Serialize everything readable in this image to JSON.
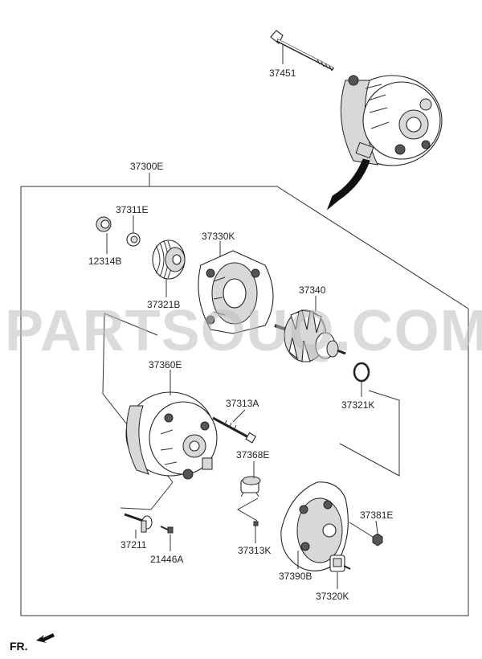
{
  "watermark": "PARTSOUQ.COM",
  "orientation_label": "FR.",
  "part_labels": {
    "p37451": "37451",
    "p37300E": "37300E",
    "p37311E": "37311E",
    "p12314B": "12314B",
    "p37330K": "37330K",
    "p37321B": "37321B",
    "p37340": "37340",
    "p37360E": "37360E",
    "p37321K": "37321K",
    "p37313A": "37313A",
    "p37368E": "37368E",
    "p37381E": "37381E",
    "p37211": "37211",
    "p21446A": "21446A",
    "p37313K": "37313K",
    "p37390B": "37390B",
    "p37320K": "37320K"
  }
}
